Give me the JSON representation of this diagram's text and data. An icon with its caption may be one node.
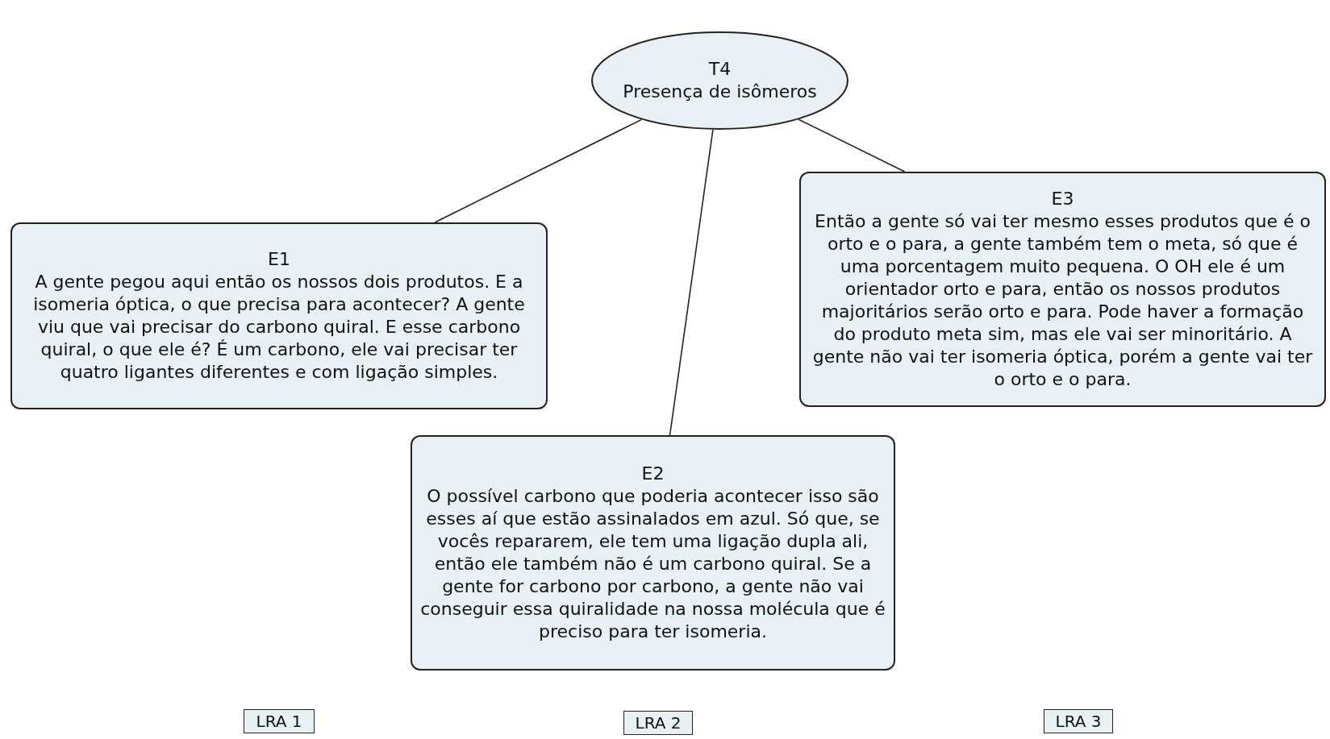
{
  "diagram": {
    "nodes": [
      {
        "text": [
          "T4",
          "Presença de isômeros"
        ]
      },
      {
        "text": [
          "E1",
          "A gente pegou aqui então os nossos dois produtos. E a isomeria óptica, o que precisa para acontecer? A gente viu que vai precisar do carbono quiral. E esse carbono quiral, o que ele é? É um carbono, ele vai precisar ter quatro ligantes diferentes e com ligação simples."
        ]
      },
      {
        "text": [
          "E2",
          "O possível carbono que poderia acontecer isso são esses aí que estão assinalados em azul. Só que, se vocês repararem, ele tem uma ligação dupla ali, então ele também não é um carbono quiral. Se a gente for carbono por carbono, a gente não vai conseguir essa quiralidade na nossa molécula que é preciso para ter isomeria."
        ]
      },
      {
        "text": [
          "E3",
          "Então a gente só vai ter mesmo esses produtos que é o orto e o para, a gente também tem o meta, só que é uma porcentagem muito pequena. O OH ele é um orientador orto e para, então os nossos produtos majoritários serão orto e para. Pode haver a formação do produto meta sim, mas ele vai ser minoritário. A gente não vai ter isomeria óptica, porém a gente vai ter o orto e o para."
        ]
      },
      {
        "text": [
          "LRA 1"
        ]
      },
      {
        "text": [
          "LRA 2"
        ]
      },
      {
        "text": [
          "LRA 3"
        ]
      }
    ],
    "edges": [
      {
        "from": 0,
        "to": 1,
        "arrow": "none"
      },
      {
        "from": 0,
        "to": 2,
        "arrow": "none"
      },
      {
        "from": 0,
        "to": 3,
        "arrow": "none"
      }
    ]
  }
}
